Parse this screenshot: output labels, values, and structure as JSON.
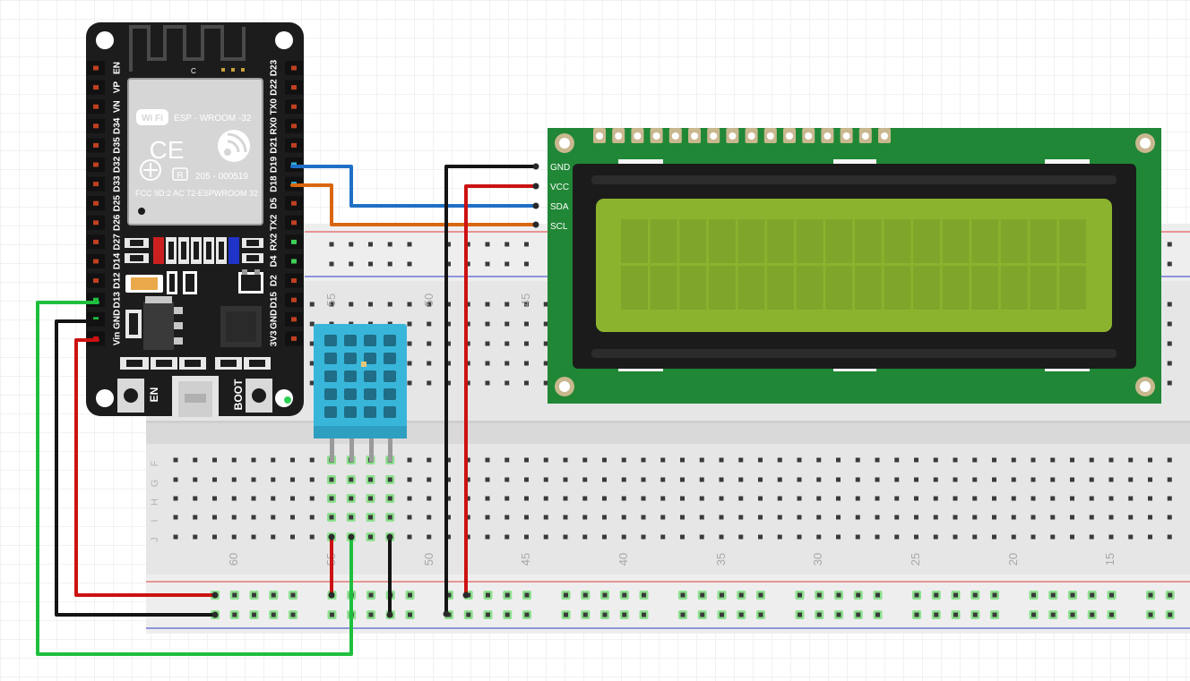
{
  "esp32": {
    "module_name": "ESP - WROOM -32",
    "fcc_text": "FCC 9D:2 AC 72-ESPWROOM  32",
    "cert_code": "205 - 000519",
    "r_mark": "R",
    "ce_mark": "CE",
    "wifi_mark": "Wi Fi",
    "antenna_mark": "C",
    "en_button_label": "EN",
    "boot_button_label": "BOOT",
    "left_pins": [
      "EN",
      "VP",
      "VN",
      "D34",
      "D35",
      "D32",
      "D33",
      "D25",
      "D26",
      "D27",
      "D14",
      "D12",
      "D13",
      "GND",
      "Vin"
    ],
    "right_pins": [
      "D23",
      "D22",
      "TX0",
      "RX0",
      "D21",
      "D19",
      "D18",
      "D5",
      "TX2",
      "RX2",
      "D4",
      "D2",
      "D15",
      "GND",
      "3V3"
    ]
  },
  "lcd": {
    "pin_labels": [
      "GND",
      "VCC",
      "SDA",
      "SCL"
    ],
    "rows": 2,
    "columns": 16
  },
  "breadboard": {
    "row_letters": [
      "F",
      "G",
      "H",
      "I",
      "J"
    ],
    "top_numbers": [
      "55",
      "50",
      "45"
    ],
    "bottom_numbers": [
      "60",
      "55",
      "50",
      "45",
      "40",
      "35",
      "30",
      "25",
      "20",
      "15"
    ]
  },
  "sensor": {
    "name": "DHT11",
    "pin_count": 4
  },
  "colors": {
    "esp_board": "#1c1c1c",
    "lcd_pcb": "#208736",
    "lcd_screen": "#8cb32e",
    "sensor": "#38b6da",
    "wire_blue": "#1f6fc6",
    "wire_orange": "#d9650f",
    "wire_black": "#141414",
    "wire_red": "#cc1212",
    "wire_green": "#1ebf3e",
    "rail_red": "#e23a3a",
    "rail_blue": "#2e3cc8"
  }
}
